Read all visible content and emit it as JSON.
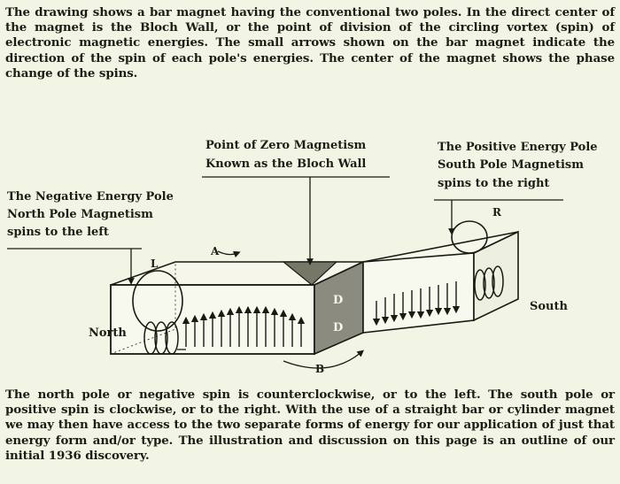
{
  "intro_text": "The drawing shows a bar magnet having the conventional two poles. In the direct center of the magnet is the Bloch Wall, or the point of division of the circling vortex (spin) of electronic magnetic energies. The small arrows shown on the bar magnet indicate the direction of the spin of each pole's energies. The center of the magnet shows the phase change of the spins.",
  "labels": {
    "bloch_line1": "Point of Zero Magnetism",
    "bloch_line2": "Known as the Bloch Wall",
    "neg_line1": "The Negative Energy Pole",
    "neg_line2": "North Pole Magnetism",
    "neg_line3": "spins to the left",
    "pos_line1": "The Positive Energy Pole",
    "pos_line2": "South Pole Magnetism",
    "pos_line3": "spins to the right",
    "north": "North",
    "south": "South",
    "left_spin": "L",
    "right_spin": "R",
    "marker_a": "A",
    "marker_b": "B",
    "wall_d_top": "D",
    "wall_d_bottom": "D"
  },
  "outro_text": "The north pole or negative spin is counterclockwise, or to the left. The south pole or positive spin is clockwise, or to the right. With the use of a straight bar or cylinder magnet we may then have access to the two separate forms of energy for our application of just that energy form and/or type. The illustration and discussion on this page is an outline of our initial 1936 discovery."
}
